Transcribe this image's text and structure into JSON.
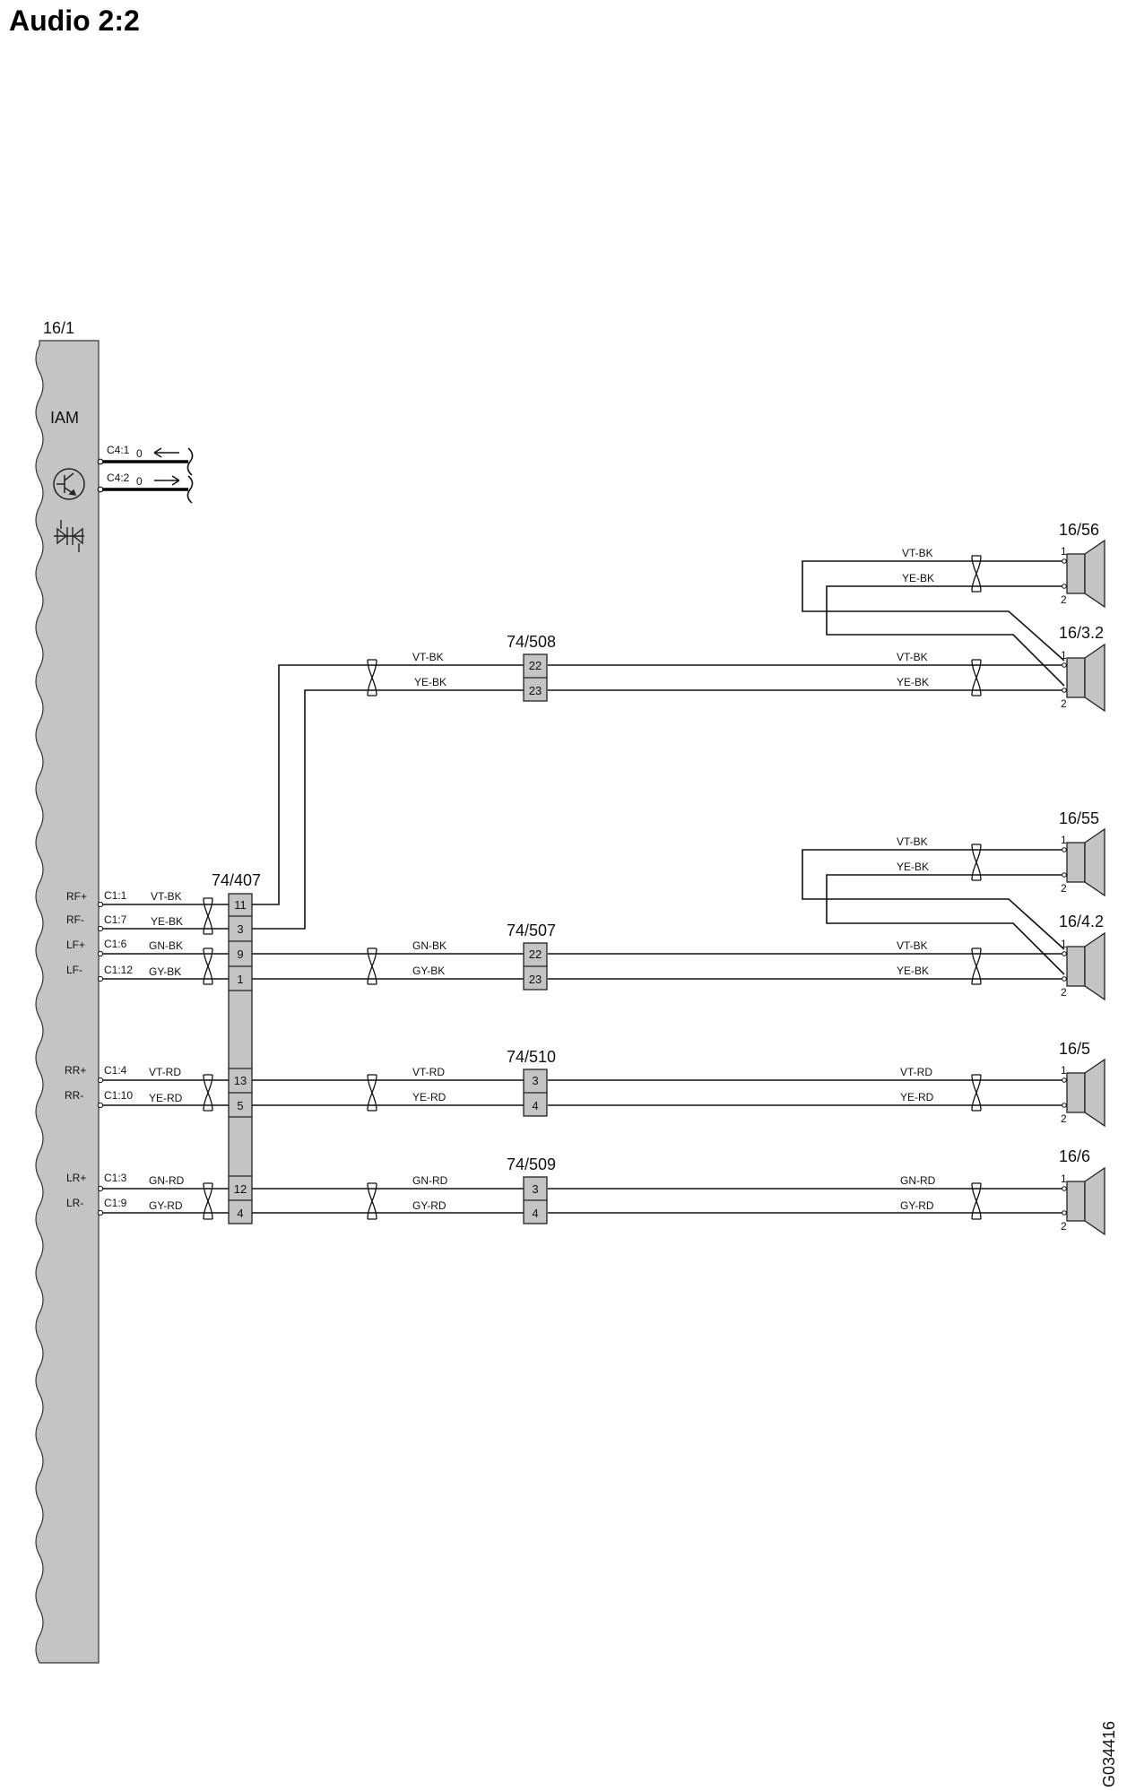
{
  "title": "Audio 2:2",
  "figure_id": "G034416",
  "module": {
    "ref": "16/1",
    "name": "IAM",
    "icons": [
      "transistor-icon",
      "diodes-icon"
    ],
    "pins": {
      "c4_1": "C4:1",
      "c4_2": "C4:2",
      "c4_zero": "0",
      "rf_plus": "RF+",
      "rf_plus_pin": "C1:1",
      "rf_minus": "RF-",
      "rf_minus_pin": "C1:7",
      "lf_plus": "LF+",
      "lf_plus_pin": "C1:6",
      "lf_minus": "LF-",
      "lf_minus_pin": "C1:12",
      "rr_plus": "RR+",
      "rr_plus_pin": "C1:4",
      "rr_minus": "RR-",
      "rr_minus_pin": "C1:10",
      "lr_plus": "LR+",
      "lr_plus_pin": "C1:3",
      "lr_minus": "LR-",
      "lr_minus_pin": "C1:9"
    }
  },
  "colors": {
    "vt_bk": "VT-BK",
    "ye_bk": "YE-BK",
    "gn_bk": "GN-BK",
    "gy_bk": "GY-BK",
    "vt_rd": "VT-RD",
    "ye_rd": "YE-RD",
    "gn_rd": "GN-RD",
    "gy_rd": "GY-RD"
  },
  "connectors": {
    "c407": {
      "ref": "74/407",
      "pins": [
        "11",
        "3",
        "9",
        "1",
        "13",
        "5",
        "12",
        "4"
      ]
    },
    "c508": {
      "ref": "74/508",
      "pins": [
        "22",
        "23"
      ]
    },
    "c507": {
      "ref": "74/507",
      "pins": [
        "22",
        "23"
      ]
    },
    "c510": {
      "ref": "74/510",
      "pins": [
        "3",
        "4"
      ]
    },
    "c509": {
      "ref": "74/509",
      "pins": [
        "3",
        "4"
      ]
    }
  },
  "speakers": {
    "s56": {
      "ref": "16/56",
      "pin1": "1",
      "pin2": "2"
    },
    "s32": {
      "ref": "16/3.2",
      "pin1": "1",
      "pin2": "2"
    },
    "s55": {
      "ref": "16/55",
      "pin1": "1",
      "pin2": "2"
    },
    "s42": {
      "ref": "16/4.2",
      "pin1": "1",
      "pin2": "2"
    },
    "s5": {
      "ref": "16/5",
      "pin1": "1",
      "pin2": "2"
    },
    "s6": {
      "ref": "16/6",
      "pin1": "1",
      "pin2": "2"
    }
  }
}
